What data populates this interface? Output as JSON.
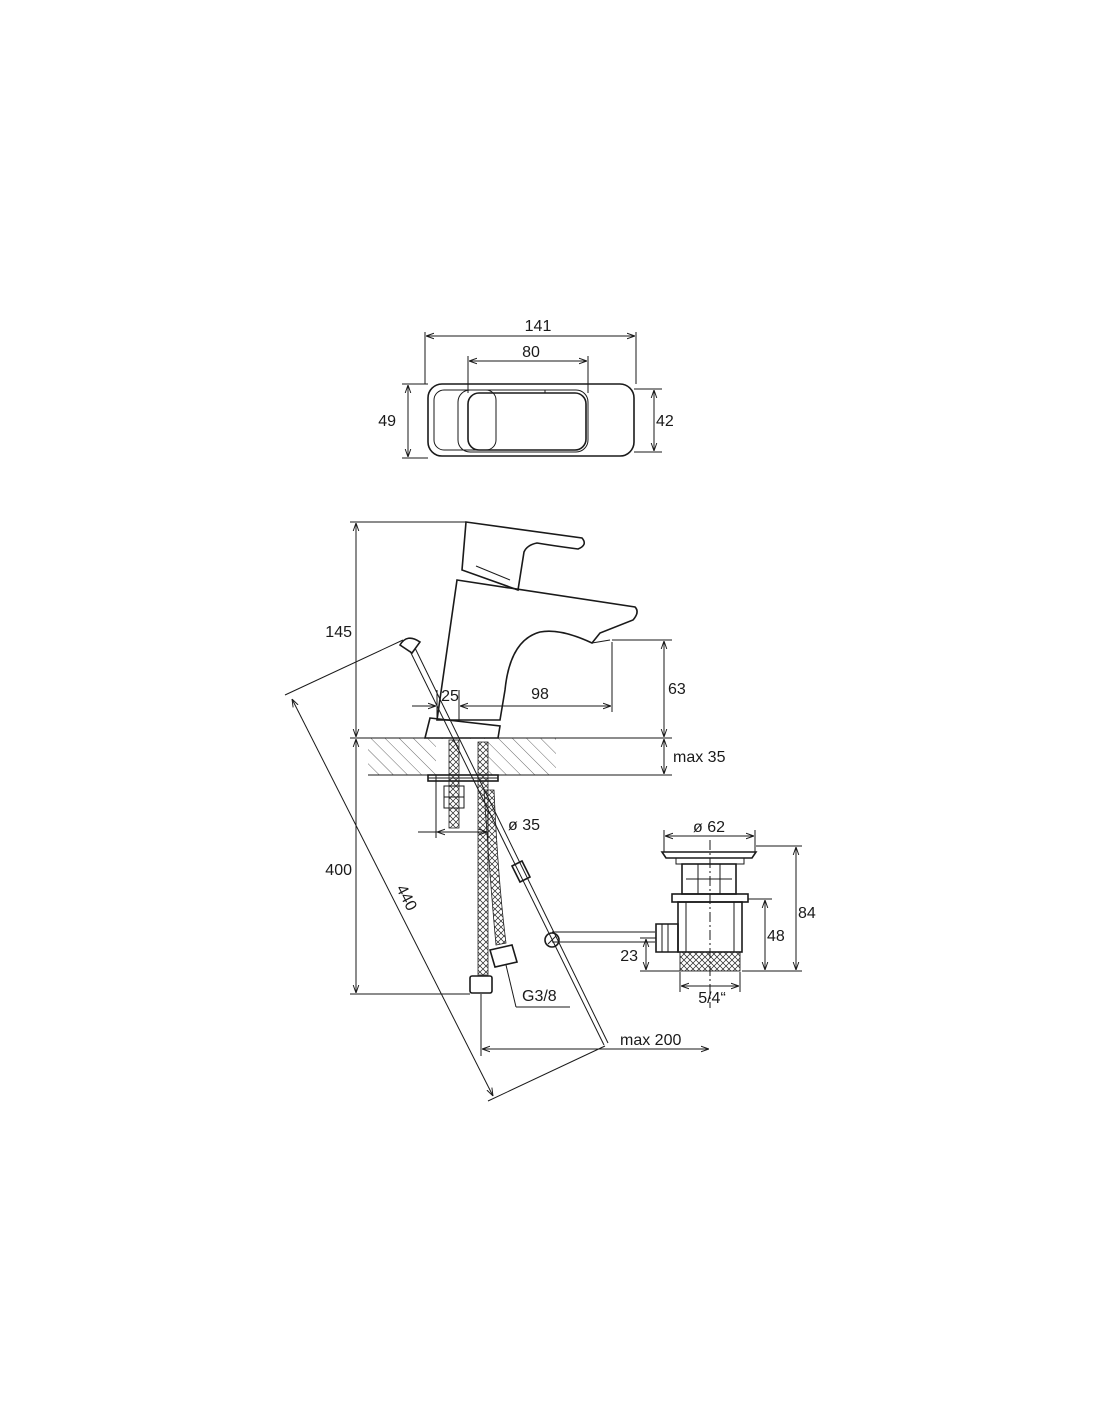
{
  "top_view": {
    "overall_width": "141",
    "lever_width": "80",
    "depth_outer": "49",
    "depth_inner": "42"
  },
  "side_view": {
    "overall_height": "145",
    "spout_height": "63",
    "base_offset": "25",
    "spout_reach": "98",
    "counter_thickness": "max 35",
    "mounting_hole": "ø 35",
    "hose_length": "400",
    "rod_length": "440",
    "hose_thread": "G3/8",
    "rod_reach": "max 200"
  },
  "waste_valve": {
    "plug_diameter": "ø 62",
    "overall_height": "84",
    "body_height": "48",
    "connection_height": "23",
    "thread": "5/4“"
  }
}
